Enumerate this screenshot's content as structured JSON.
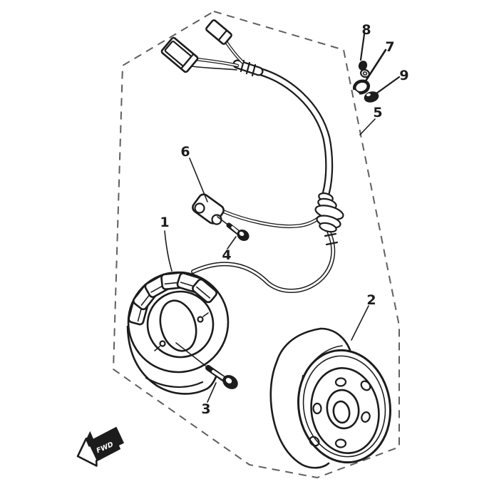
{
  "diagram": {
    "kind": "exploded-parts-diagram",
    "background_color": "#ffffff",
    "line_color": "#1c1c1c",
    "border_color": "#5f5f5f",
    "callouts": [
      {
        "num": "1",
        "part": "stator-coil-assembly"
      },
      {
        "num": "2",
        "part": "flywheel-rotor"
      },
      {
        "num": "3",
        "part": "flywheel-bolt"
      },
      {
        "num": "4",
        "part": "stator-bolt"
      },
      {
        "num": "5",
        "part": "wire-harness"
      },
      {
        "num": "6",
        "part": "wire-lead-clamp"
      },
      {
        "num": "7",
        "part": "collar"
      },
      {
        "num": "8",
        "part": "screw"
      },
      {
        "num": "9",
        "part": "nut"
      }
    ],
    "direction_marker": {
      "label": "FWD"
    }
  }
}
